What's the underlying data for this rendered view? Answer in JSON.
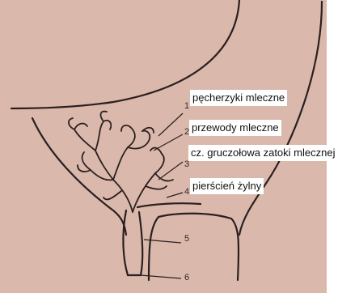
{
  "diagram": {
    "numbers": [
      "1",
      "2",
      "3",
      "4",
      "5",
      "6"
    ],
    "labels": {
      "alveoli": "pęcherzyki mleczne",
      "ducts": "przewody mleczne",
      "cistern": "cz. gruczołowa zatoki mlecznej",
      "ring": "pierścień żylny"
    },
    "colors": {
      "paper": "#dbb8ac",
      "ink": "#2a2020"
    }
  }
}
